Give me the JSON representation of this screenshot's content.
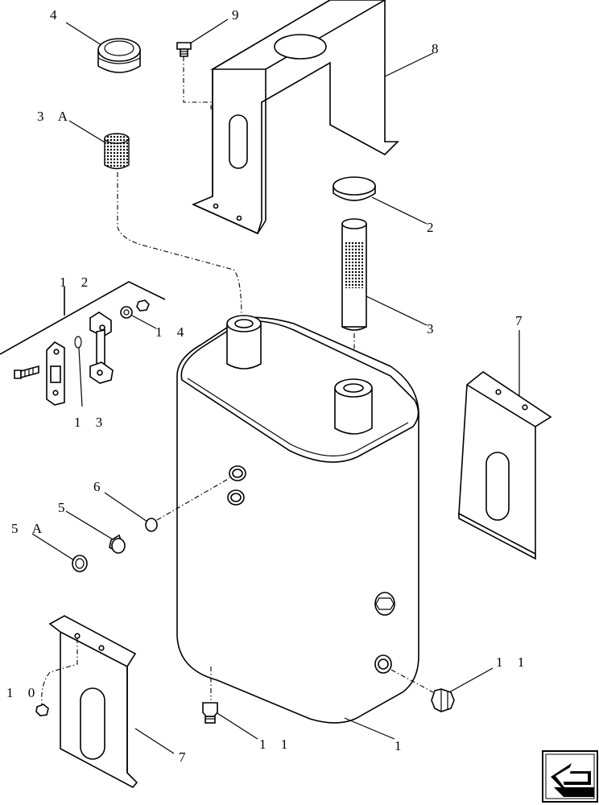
{
  "callouts": {
    "c1": "1",
    "c2": "2",
    "c3": "3",
    "c3a": "3 A",
    "c4": "4",
    "c5": "5",
    "c5a": "5 A",
    "c6": "6",
    "c7_right": "7",
    "c7_left": "7",
    "c8": "8",
    "c9": "9",
    "c10": "1 0",
    "c11_right": "1 1",
    "c11_bottom": "1 1",
    "c12": "1 2",
    "c13": "1 3",
    "c14": "1 4"
  }
}
